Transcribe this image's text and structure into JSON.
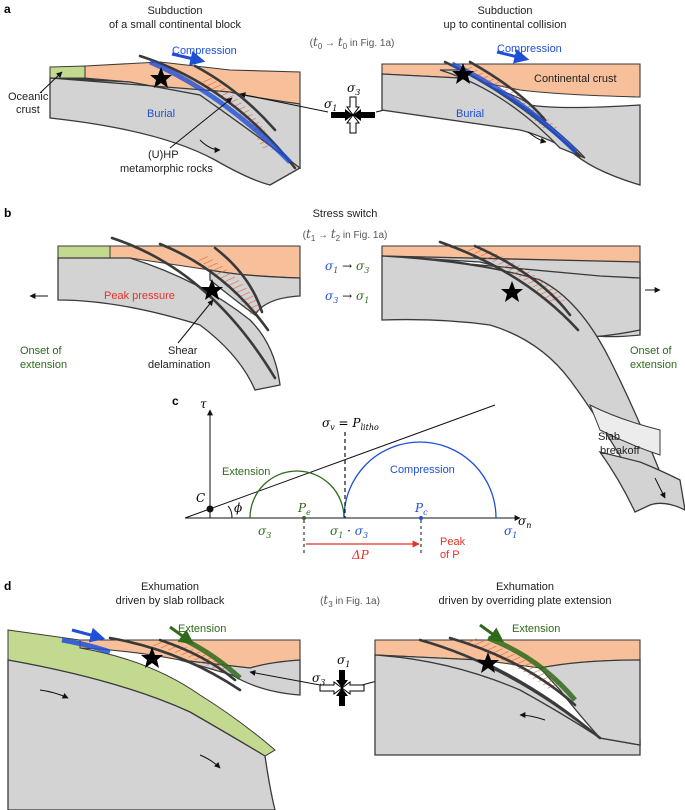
{
  "panels": {
    "a": {
      "letter": "a",
      "title_left_1": "Subduction",
      "title_left_2": "of a small continental block",
      "title_right_1": "Subduction",
      "title_right_2": "up to continental collision",
      "time_pre": "(",
      "time_t0": "t",
      "time_t0_sub": "0",
      "time_arrow": " → ",
      "time_t0b": "t",
      "time_t0b_sub": "0",
      "time_post": " in Fig. 1a)",
      "compression_left": "Compression",
      "compression_right": "Compression",
      "oceanic_crust_1": "Oceanic",
      "oceanic_crust_2": "crust",
      "burial_left": "Burial",
      "burial_right": "Burial",
      "uhp_1": "(U)HP",
      "uhp_2": "metamorphic rocks",
      "continental_crust": "Continental crust",
      "sigma1": "σ",
      "sigma1_sub": "1",
      "sigma3": "σ",
      "sigma3_sub": "3"
    },
    "b": {
      "letter": "b",
      "title": "Stress switch",
      "time_pre": "(",
      "time_t1": "t",
      "time_t1_sub": "1",
      "time_arrow": " → ",
      "time_t2": "t",
      "time_t2_sub": "2",
      "time_post": " in Fig. 1a)",
      "switch1_a": "σ",
      "switch1_a_sub": "1",
      "switch1_arrow": " → ",
      "switch1_b": "σ",
      "switch1_b_sub": "3",
      "switch2_a": "σ",
      "switch2_a_sub": "3",
      "switch2_arrow": " → ",
      "switch2_b": "σ",
      "switch2_b_sub": "1",
      "peak_pressure": "Peak pressure",
      "onset_left_1": "Onset of",
      "onset_left_2": "extension",
      "shear_1": "Shear",
      "shear_2": "delamination",
      "onset_right_1": "Onset of",
      "onset_right_2": "extension",
      "slab_1": "Slab",
      "slab_2": "breakoff"
    },
    "c": {
      "letter": "c",
      "tau": "τ",
      "sigma_v": "σ",
      "sigma_v_sub": "v",
      "eq": " = ",
      "p_litho": "P",
      "p_litho_sub": "litho",
      "extension": "Extension",
      "compression": "Compression",
      "c_label": "C",
      "phi": "ϕ",
      "sigma_n": "σ",
      "sigma_n_sub": "n",
      "s3_left": "σ",
      "s3_left_sub": "3",
      "pe": "P",
      "pe_sub": "e",
      "s1_mid": "σ",
      "s1_mid_sub": "1",
      "dot": " · ",
      "s3_mid": "σ",
      "s3_mid_sub": "3",
      "pc": "P",
      "pc_sub": "c",
      "s1_right": "σ",
      "s1_right_sub": "1",
      "peak_of_p_1": "Peak",
      "peak_of_p_2": "of P",
      "delta_p": "ΔP"
    },
    "d": {
      "letter": "d",
      "title_left_1": "Exhumation",
      "title_left_2": "driven by slab rollback",
      "time_pre": "(",
      "time_t3": "t",
      "time_t3_sub": "3",
      "time_post": " in Fig. 1a)",
      "title_right_1": "Exhumation",
      "title_right_2": "driven by overriding plate extension",
      "extension_left": "Extension",
      "extension_right": "Extension",
      "sigma1": "σ",
      "sigma1_sub": "1",
      "sigma3": "σ",
      "sigma3_sub": "3"
    }
  },
  "colors": {
    "plate": "#d3d3d3",
    "crust": "#f7c09b",
    "oceanic": "#c3d98f",
    "compression_blue": "#1f4fd6",
    "extension_green": "#2f6a1c",
    "peak_red": "#e5322b",
    "uhp_hatch": "#e05a2b"
  },
  "icons": [
    "star-icon",
    "stress-cross-icon",
    "half-arrow-icon",
    "motion-arrow-icon"
  ]
}
